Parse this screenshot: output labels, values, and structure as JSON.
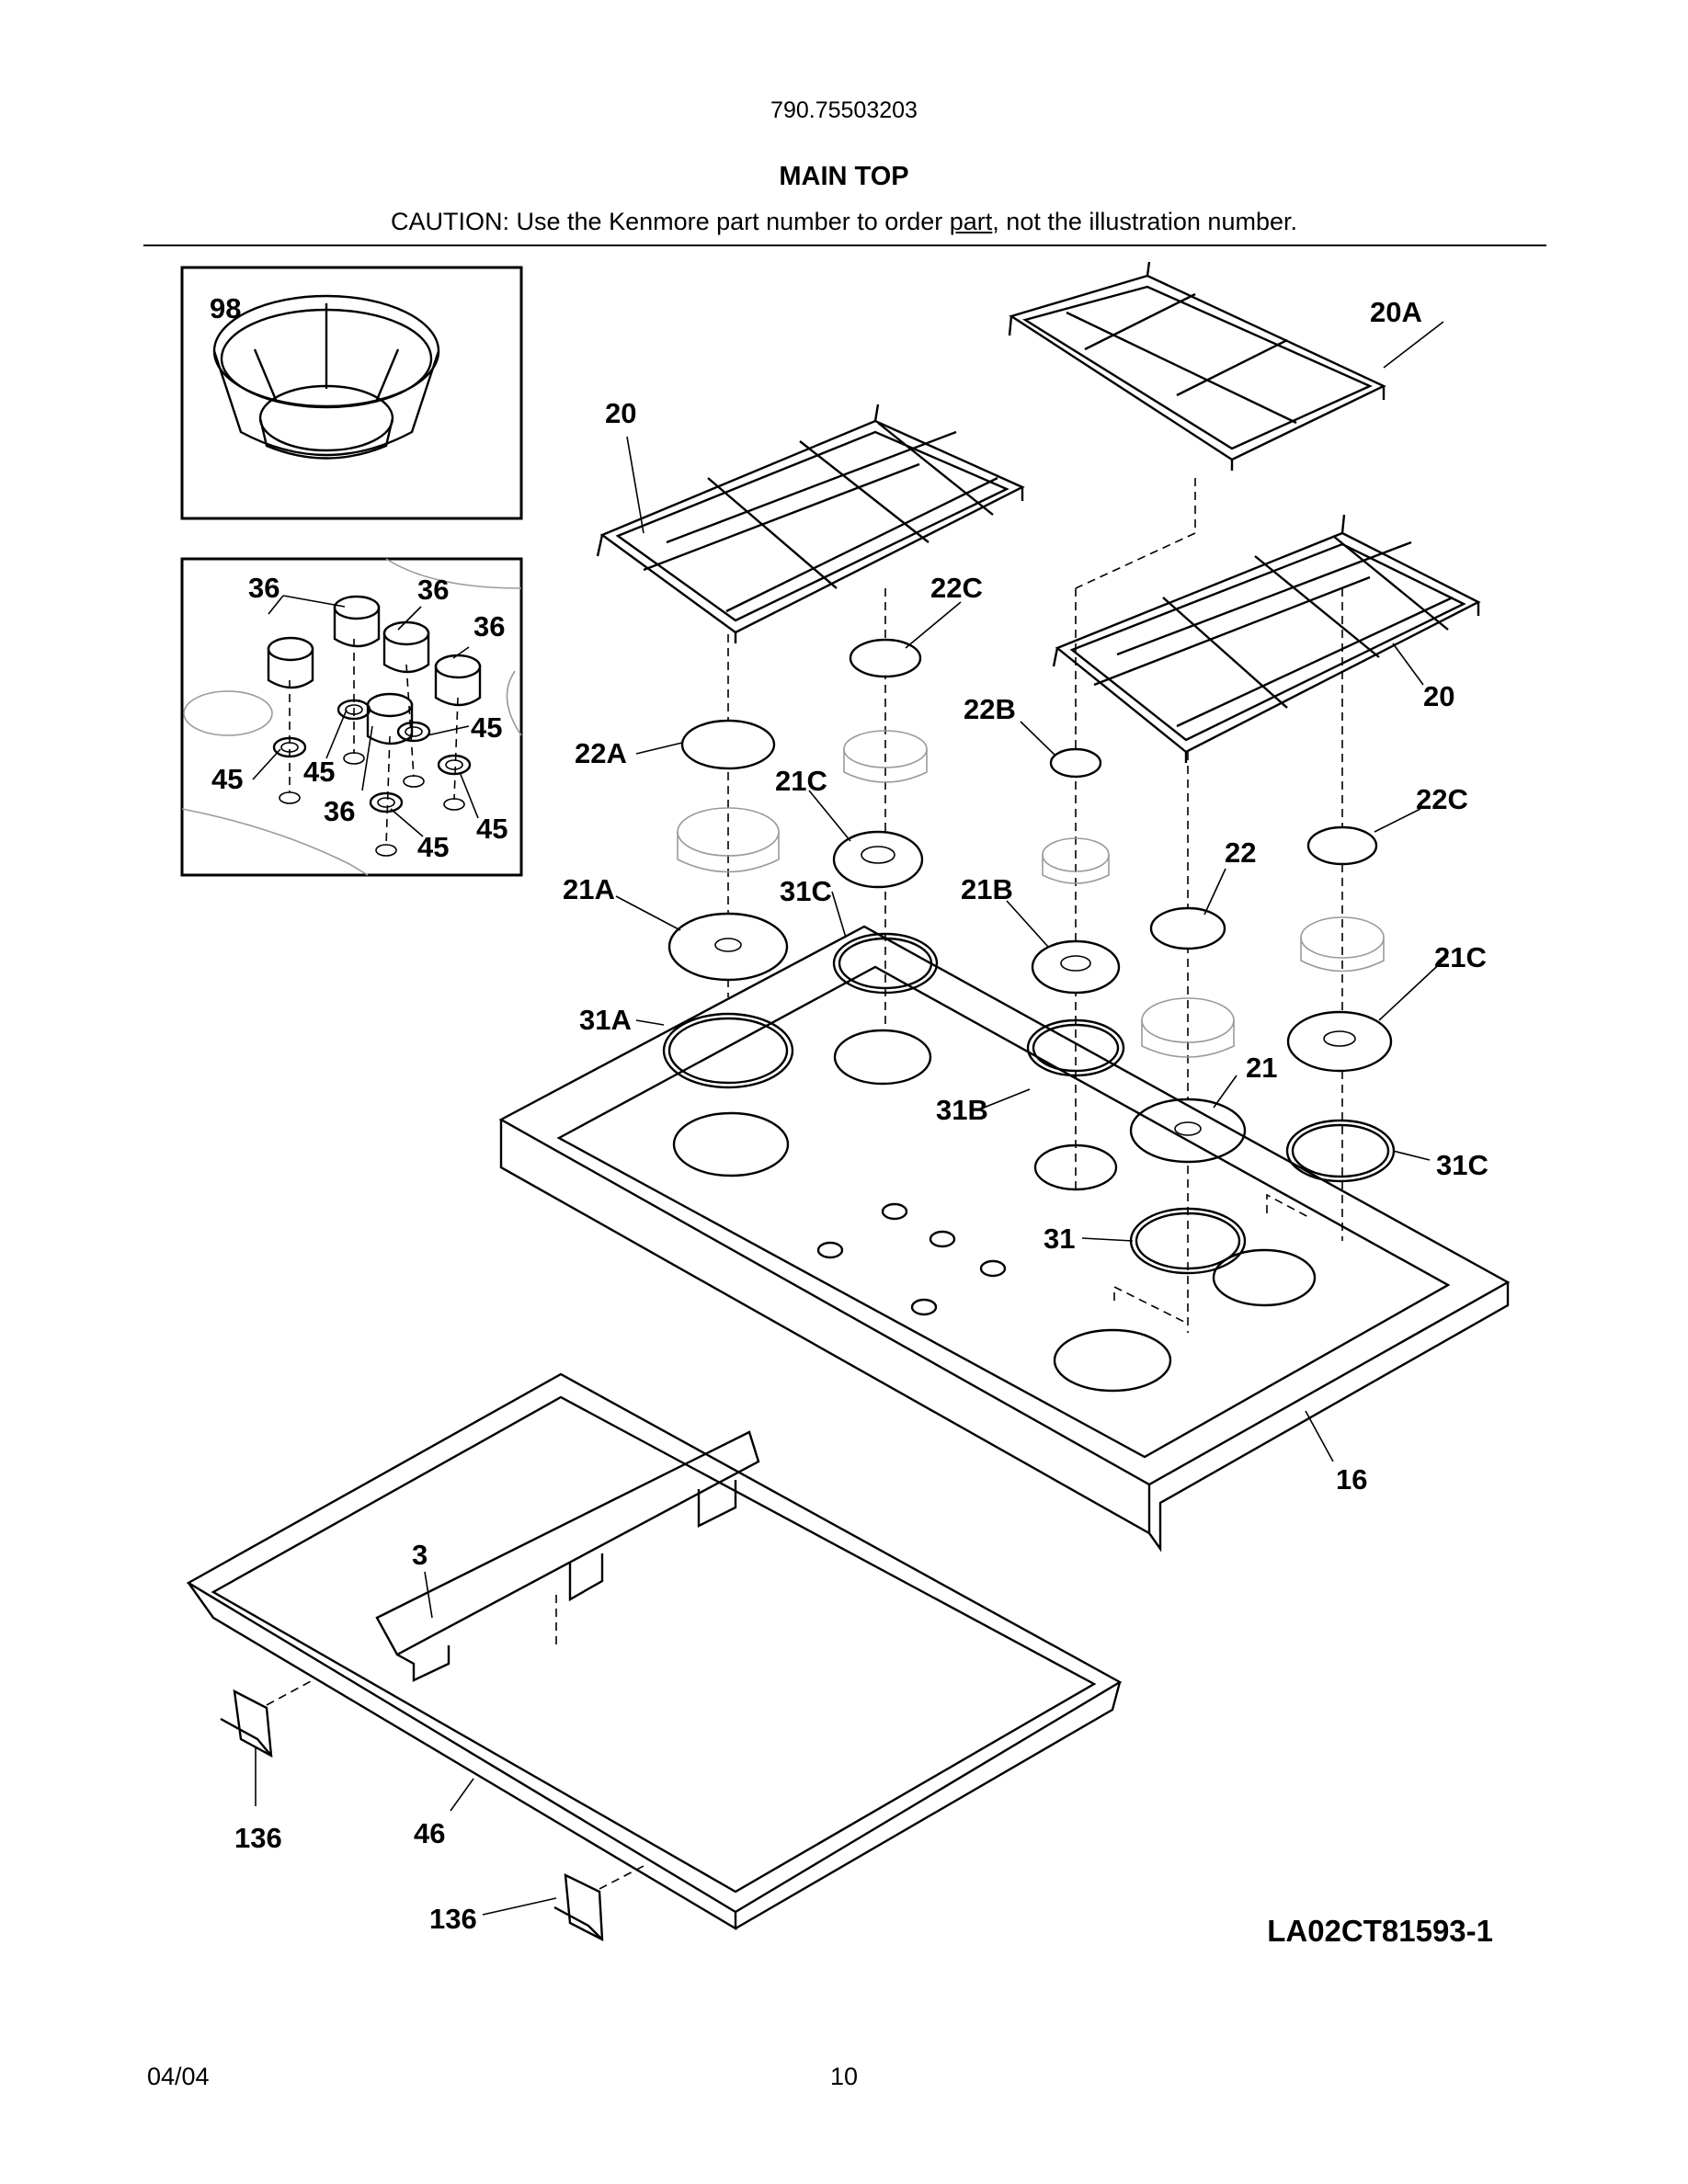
{
  "header": {
    "model_number": "790.75503203",
    "title": "MAIN TOP",
    "caution_prefix": "CAUTION: Use the Kenmore part number to order ",
    "caution_underlined": "part",
    "caution_suffix": ", not the illustration number."
  },
  "callouts": {
    "c98": "98",
    "c20a": "20A",
    "c20_left": "20",
    "c20_right": "20",
    "c36_a": "36",
    "c36_b": "36",
    "c36_c": "36",
    "c36_d": "36",
    "c45_a": "45",
    "c45_b": "45",
    "c45_c": "45",
    "c45_d": "45",
    "c45_e": "45",
    "c22c_top": "22C",
    "c22c_right": "22C",
    "c22b": "22B",
    "c22a": "22A",
    "c22": "22",
    "c21c_left": "21C",
    "c21c_right": "21C",
    "c21a": "21A",
    "c21b": "21B",
    "c21": "21",
    "c31c_left": "31C",
    "c31c_right": "31C",
    "c31a": "31A",
    "c31b": "31B",
    "c31": "31",
    "c16": "16",
    "c3": "3",
    "c46": "46",
    "c136_left": "136",
    "c136_bottom": "136"
  },
  "footer": {
    "drawing_id": "LA02CT81593-1",
    "date": "04/04",
    "page_number": "10"
  }
}
